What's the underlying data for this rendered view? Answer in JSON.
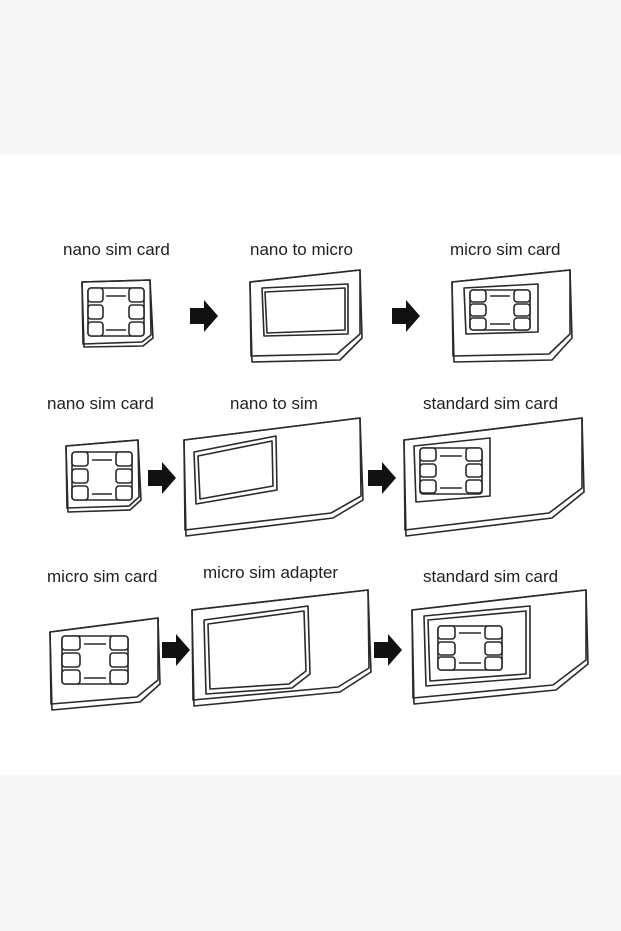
{
  "rows": [
    {
      "labels": {
        "left": "nano sim card",
        "middle": "nano to micro",
        "right": "micro sim card"
      }
    },
    {
      "labels": {
        "left": "nano sim card",
        "middle": "nano to sim",
        "right": "standard sim card"
      }
    },
    {
      "labels": {
        "left": "micro sim card",
        "middle": "micro sim adapter",
        "right": "standard sim card"
      }
    }
  ],
  "colors": {
    "line": "#2a2a2a",
    "arrow": "#111111",
    "band": "#f7f7f7",
    "background": "#ffffff"
  }
}
